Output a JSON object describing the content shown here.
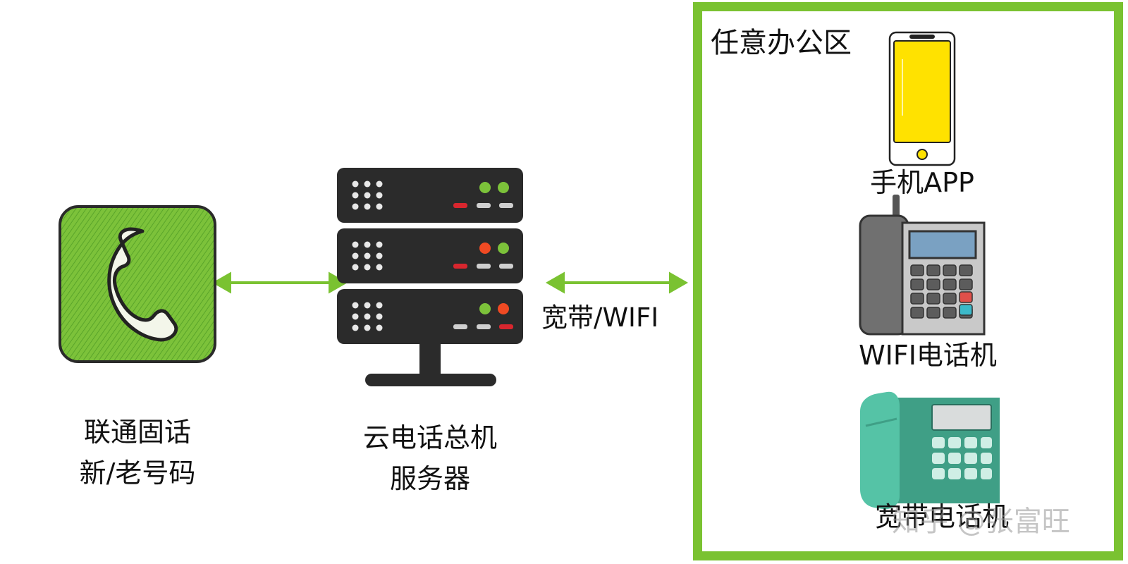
{
  "left_phone": {
    "icon": "handset-icon",
    "line1": "联通固话",
    "line2": "新/老号码"
  },
  "server": {
    "icon": "server-rack-icon",
    "line1": "云电话总机",
    "line2": "服务器"
  },
  "link_label": "宽带/WIFI",
  "office": {
    "title": "任意办公区",
    "devices": [
      {
        "icon": "smartphone-icon",
        "label": "手机APP"
      },
      {
        "icon": "desk-phone-icon",
        "label": "WIFI电话机"
      },
      {
        "icon": "desk-phone-icon",
        "label": "宽带电话机"
      }
    ]
  },
  "watermark": "知乎 @张富旺",
  "colors": {
    "accent_green": "#7ac231",
    "server_dark": "#2b2b2b",
    "phone_yellow": "#ffe200",
    "teal": "#4fb9a0"
  }
}
